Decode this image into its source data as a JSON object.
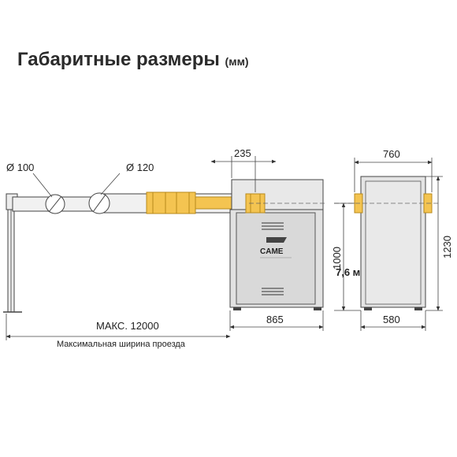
{
  "title": {
    "main": "Габаритные размеры",
    "unit": "(мм)"
  },
  "labels": {
    "d100": "Ø 100",
    "d120": "Ø 120",
    "w235": "235",
    "w865": "865",
    "w760": "760",
    "w580": "580",
    "h1000": "1000",
    "h1230": "1230",
    "beam_height": "7,6 м",
    "max_span": "МАКС. 12000",
    "max_span_caption": "Максимальная ширина проезда",
    "brand": "CAME"
  },
  "colors": {
    "body": "#e6e6e6",
    "accent": "#f4c451",
    "line": "#333333"
  }
}
